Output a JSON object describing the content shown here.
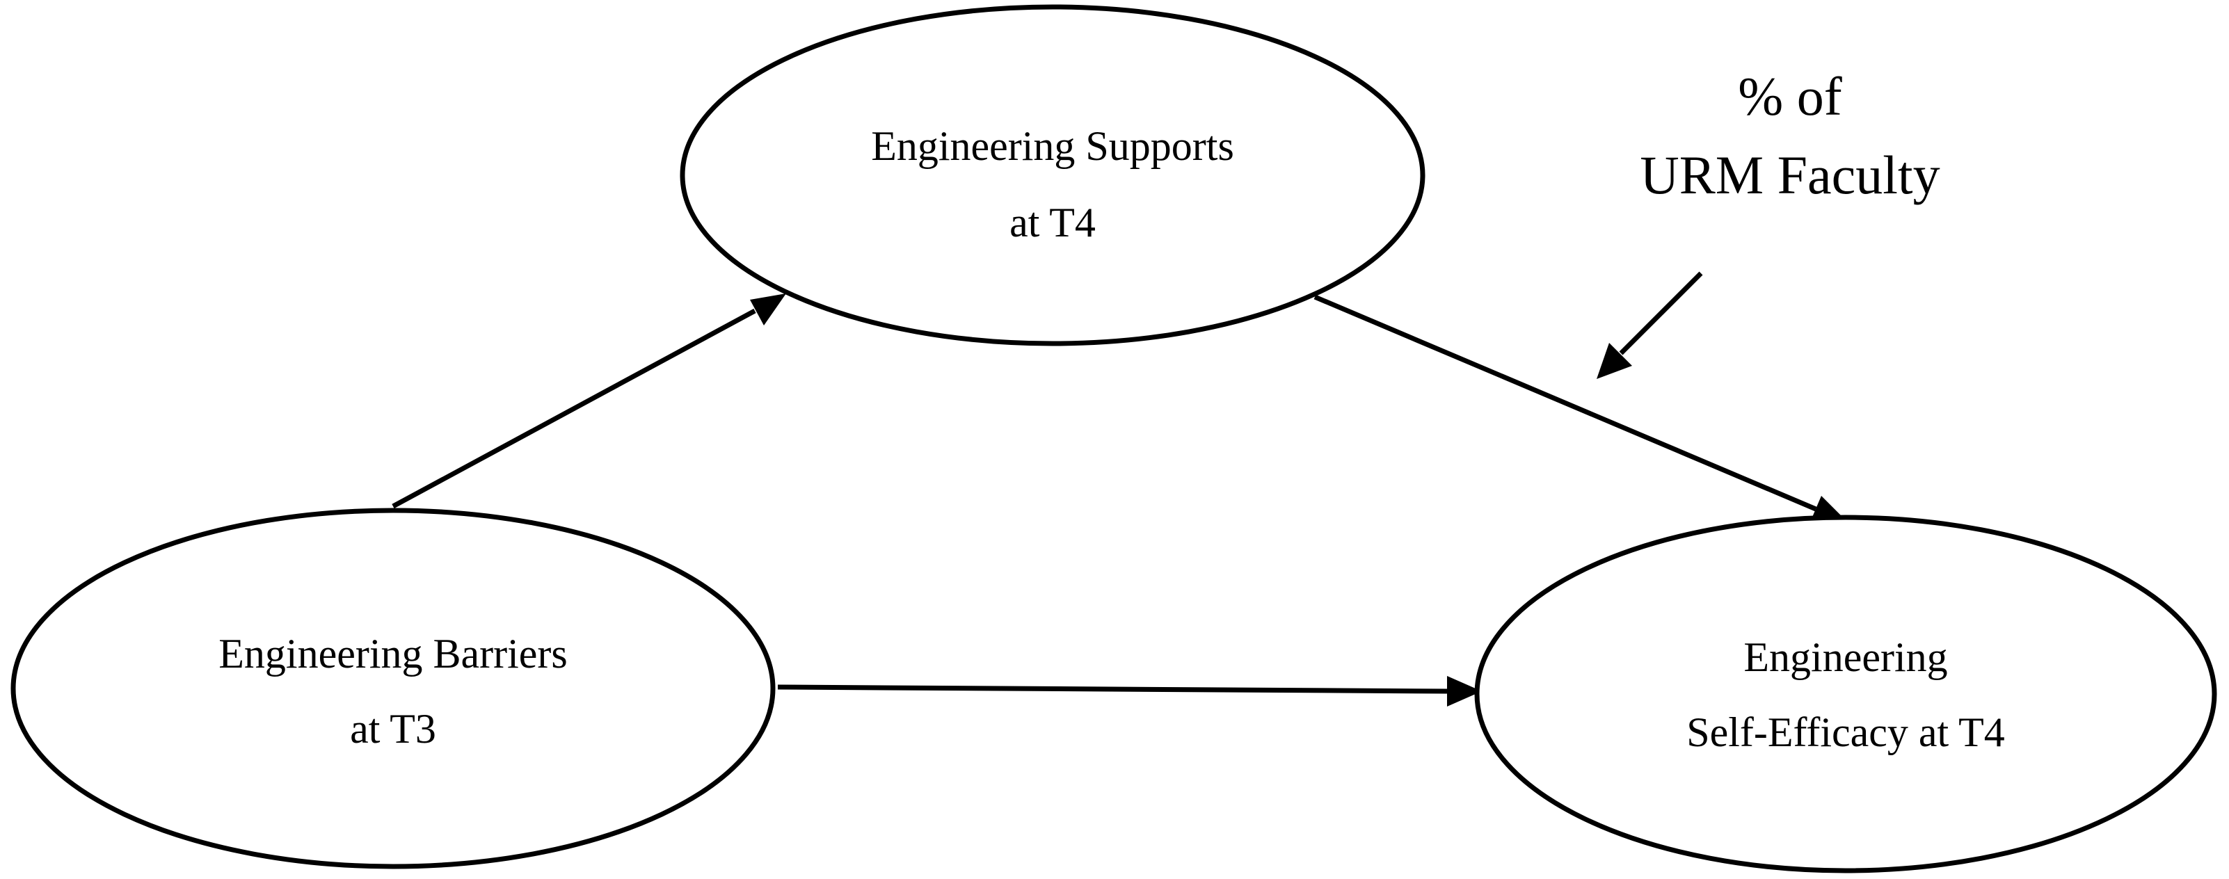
{
  "diagram": {
    "nodes": [
      {
        "id": "supports",
        "lines": [
          "Engineering Supports",
          "at T4"
        ]
      },
      {
        "id": "barriers",
        "lines": [
          "Engineering Barriers",
          "at T3"
        ]
      },
      {
        "id": "self_efficacy",
        "lines": [
          "Engineering",
          "Self-Efficacy at T4"
        ]
      }
    ],
    "moderator": {
      "lines": [
        "% of",
        "URM Faculty"
      ]
    },
    "edges": [
      {
        "from": "barriers",
        "to": "supports"
      },
      {
        "from": "supports",
        "to": "self_efficacy"
      },
      {
        "from": "barriers",
        "to": "self_efficacy"
      }
    ],
    "moderates": {
      "from": "moderator",
      "target_edge": "supports->self_efficacy"
    },
    "colors": {
      "stroke": "#000000",
      "background": "#ffffff"
    }
  }
}
